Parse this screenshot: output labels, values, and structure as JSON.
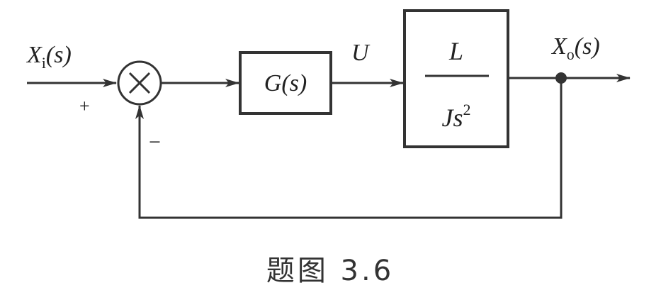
{
  "diagram": {
    "input_label": {
      "main": "X",
      "sub": "i",
      "arg": "(s)"
    },
    "output_label": {
      "main": "X",
      "sub": "o",
      "arg": "(s)"
    },
    "summing_junction": {
      "plus_sign": "+",
      "minus_sign": "−"
    },
    "controller_block": {
      "label": "G(s)"
    },
    "signal_u_label": "U",
    "plant_block": {
      "numerator": "L",
      "denominator_base": "Js",
      "denominator_exp": "2"
    },
    "caption": "题图 3.6"
  }
}
